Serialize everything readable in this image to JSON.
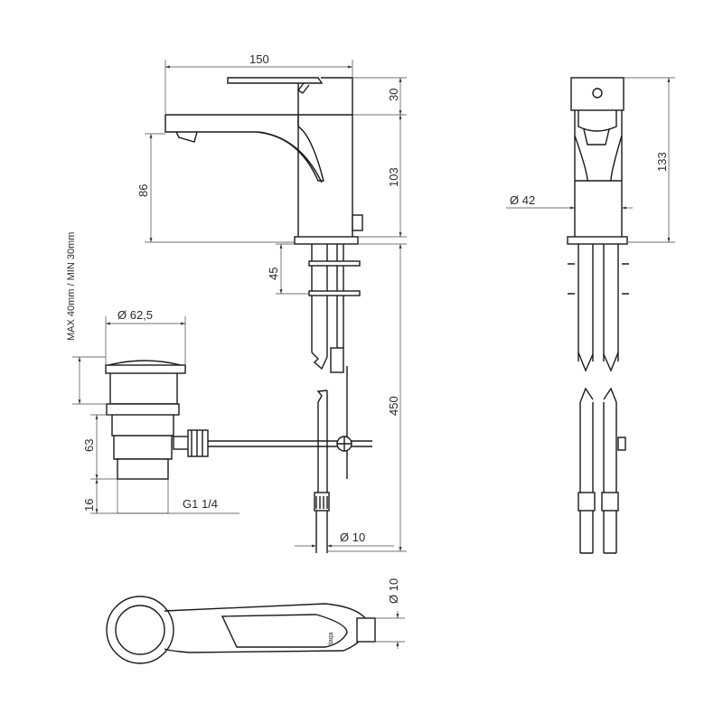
{
  "dimensions": {
    "width_150": "150",
    "height_30": "30",
    "height_103": "103",
    "height_86": "86",
    "height_45": "45",
    "height_450": "450",
    "height_133": "133",
    "dia_42": "Ø  42",
    "dia_62_5": "Ø 62,5",
    "max_min": "MAX 40mm / MIN 30mm",
    "height_63": "63",
    "height_16": "16",
    "thread": "G1 1/4",
    "dia_10": "Ø 10",
    "dia_10_top": "Ø 10"
  },
  "brand_mark": "daqa"
}
